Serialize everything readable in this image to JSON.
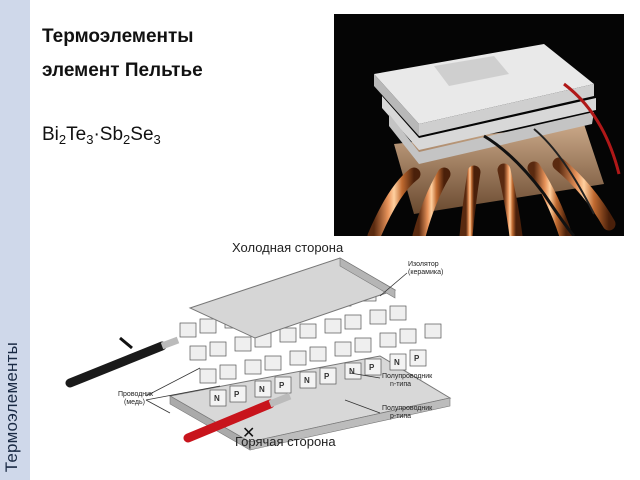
{
  "sidebar": {
    "label": "Термоэлементы"
  },
  "slide": {
    "title_line1": "Термоэлементы",
    "title_line2": "элемент Пельтье",
    "formula": {
      "p1": "Bi",
      "s1": "2",
      "p2": "Te",
      "s2": "3",
      "dot": "·",
      "p3": "Sb",
      "s3": "2",
      "p4": "Se",
      "s4": "3"
    }
  },
  "diagram": {
    "cold_side": "Холодная сторона",
    "hot_side": "Горячая сторона",
    "insulator_line1": "Изолятор",
    "insulator_line2": "(керамика)",
    "conductor_line1": "Проводник",
    "conductor_line2": "(медь)",
    "n_type_line1": "Полупроводник",
    "n_type_line2": "n-типа",
    "p_type_line1": "Полупроводник",
    "p_type_line2": "p-типа",
    "n_mark": "N",
    "p_mark": "P"
  }
}
